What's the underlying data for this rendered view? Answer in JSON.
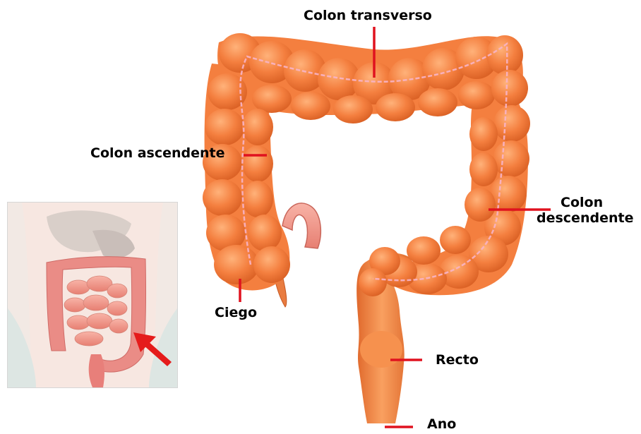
{
  "diagram": {
    "labels": {
      "transverse": "Colon transverso",
      "ascending": "Colon ascendente",
      "descending_line1": "Colon",
      "descending_line2": "descendente",
      "cecum": "Ciego",
      "rectum": "Recto",
      "anus": "Ano"
    },
    "colors": {
      "colon_fill": "#f47f3f",
      "colon_shade": "#d85e22",
      "colon_highlight": "#ffb27a",
      "vessel": "#f7b4c8",
      "leader_line": "#e0121f",
      "intestine_small": "#f2a0a0",
      "inset_bg": "#eef2f1",
      "arrow": "#e51b1b"
    }
  }
}
